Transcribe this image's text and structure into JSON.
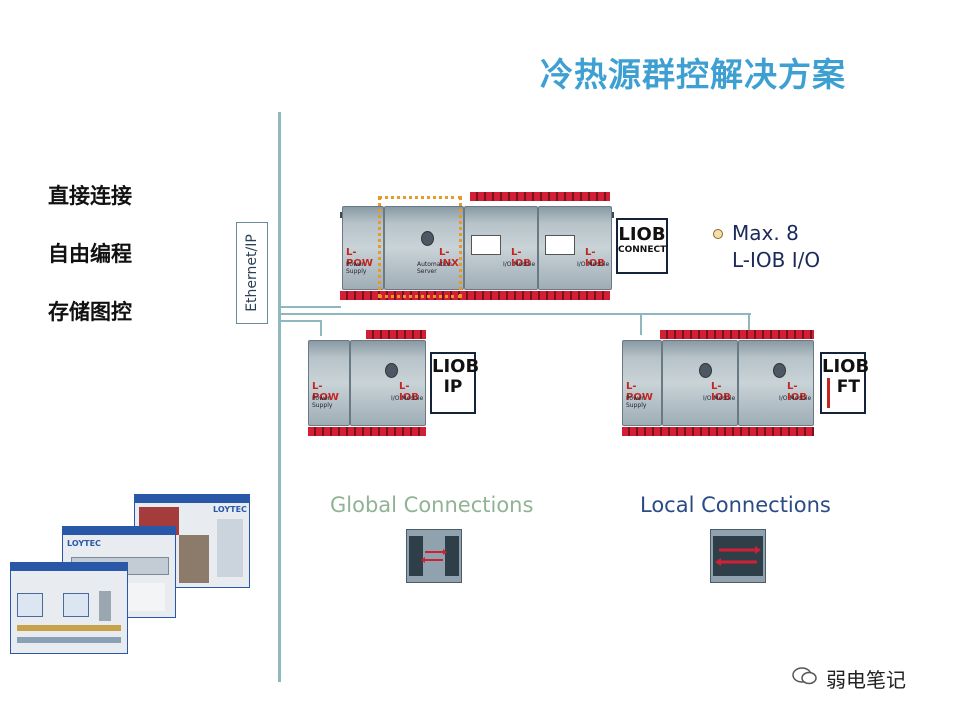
{
  "title": "冷热源群控解决方案",
  "left_items": [
    "直接连接",
    "自由编程",
    "存储图控"
  ],
  "ethernet_label": "Ethernet/IP",
  "main_rack": {
    "modules": [
      {
        "label": "L-POW",
        "sub": "Power Supply"
      },
      {
        "label": "L-INX",
        "sub": "Automation Server"
      },
      {
        "label": "L-IOB",
        "sub": "I/O Module"
      },
      {
        "label": "L-IOB",
        "sub": "I/O Module"
      }
    ],
    "badge": {
      "line1": "LIOB",
      "line2": "CONNECT"
    },
    "note_lines": [
      "Max. 8",
      "L-IOB I/O"
    ]
  },
  "ip_rack": {
    "modules": [
      {
        "label": "L-POW",
        "sub": "Power Supply"
      },
      {
        "label": "L-IOB",
        "sub": "I/O Module"
      }
    ],
    "badge": {
      "line1": "LIOB",
      "line2": "IP"
    }
  },
  "ft_rack": {
    "modules": [
      {
        "label": "L-POW",
        "sub": "Power Supply"
      },
      {
        "label": "L-IOB",
        "sub": "I/O Module"
      },
      {
        "label": "L-IOB",
        "sub": "I/O Module"
      }
    ],
    "badge": {
      "line1": "LIOB",
      "line2": "FT"
    }
  },
  "global_connections": "Global Connections",
  "local_connections": "Local Connections",
  "brand": "LOYTEC",
  "watermark": "弱电笔记",
  "colors": {
    "title": "#3ea0d2",
    "global": "#8fb394",
    "local": "#2b4a86",
    "terminal": "#d21f34"
  }
}
